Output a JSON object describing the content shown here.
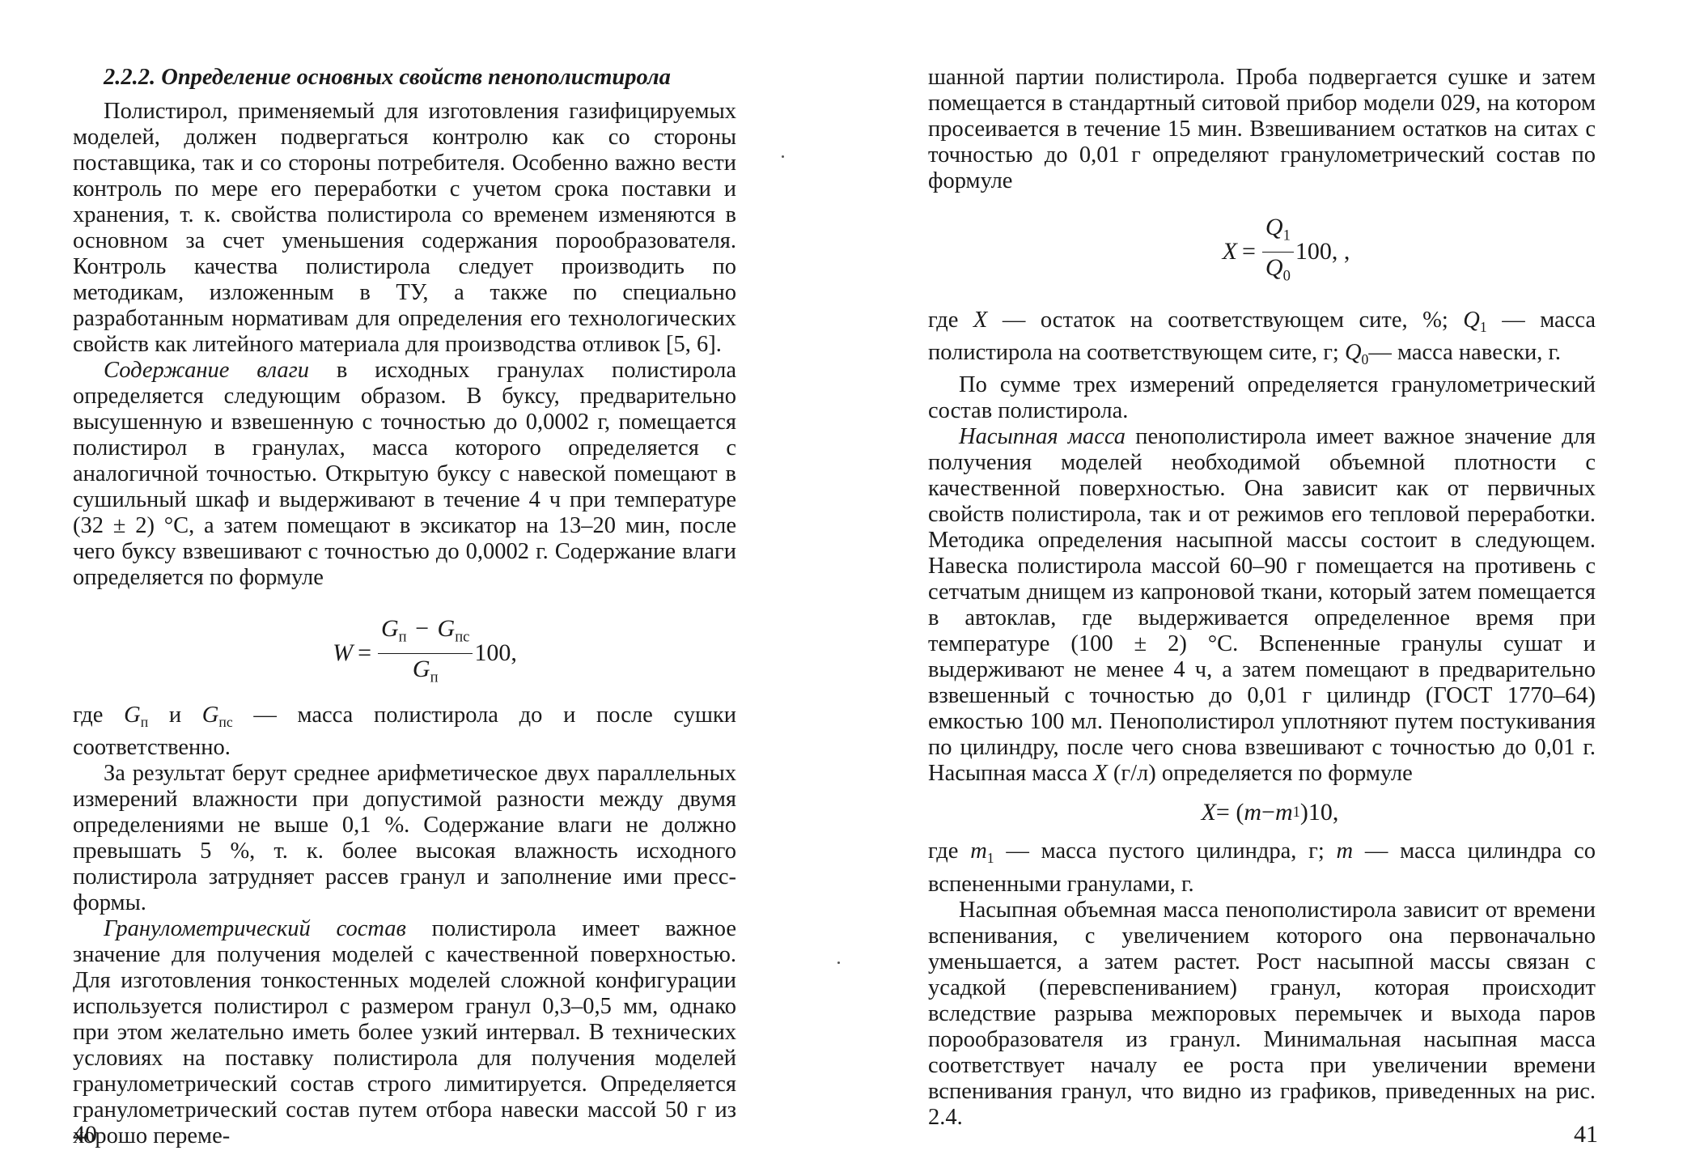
{
  "left_page": {
    "heading": "2.2.2. Определение основных свойств пенополистирола",
    "para1": "Полистирол, применяемый для изготовления газифицируемых моделей, должен подвергаться контролю как со стороны поставщика, так и со стороны потребителя. Особенно важно вести контроль по мере его переработки с учетом срока поставки и хранения, т. к. свойства полистирола со временем изменяются в основном за счет уменьшения содержания порообразователя. Контроль качества полистирола следует производить по методикам, изложенным в ТУ, а также по специально разработанным нормативам для определения его технологических свойств как литейного материала для производства отливок [5, 6].",
    "para2_lead": "Содержание влаги",
    "para2_rest": " в исходных гранулах полистирола определяется следующим образом. В буксу, предварительно высушенную и взвешенную с точностью до 0,0002 г, помещается полистирол в гранулах, масса которого определяется с аналогичной точностью. Открытую буксу с навеской помещают в сушильный шкаф и выдерживают в течение 4 ч при температуре (32 ± 2) °С, а затем помещают в эксикатор на 13–20 мин, после чего буксу взвешивают с точностью до 0,0002 г. Содержание влаги определяется по формуле",
    "formula_w": {
      "lhs": "W",
      "eq": "=",
      "num_a": "G",
      "num_a_sub": "п",
      "minus": "−",
      "num_b": "G",
      "num_b_sub": "пс",
      "den": "G",
      "den_sub": "п",
      "tail": "100,"
    },
    "para3_a": "где ",
    "para3_g1": "G",
    "para3_g1_sub": "п",
    "para3_and": " и ",
    "para3_g2": "G",
    "para3_g2_sub": "пс",
    "para3_rest": " — масса полистирола до и после сушки соответственно.",
    "para4": "За результат берут среднее арифметическое двух параллельных измерений влажности при допустимой разности между двумя определениями не выше 0,1 %. Содержание влаги не должно превышать 5 %, т. к. более высокая влажность исходного полистирола затрудняет рассев гранул и заполнение ими пресс-формы.",
    "para5_lead": "Гранулометрический состав",
    "para5_rest": " полистирола имеет важное значение для получения моделей с качественной поверхностью. Для изготовления тонкостенных моделей сложной конфигурации используется полистирол с размером гранул 0,3–0,5 мм, однако при этом желательно иметь более узкий интервал. В технических условиях на поставку полистирола для получения моделей гранулометрический состав строго лимитируется. Определяется гранулометрический состав путем отбора навески массой 50 г из хорошо переме-",
    "page_number": "40"
  },
  "right_page": {
    "para1": "шанной партии полистирола. Проба подвергается сушке и затем помещается в стандартный ситовой прибор модели 029, на котором просеивается в течение 15 мин. Взвешиванием остатков на ситах с точностью до 0,01 г определяют гранулометрический состав по формуле",
    "formula_x1": {
      "lhs": "X",
      "eq": "=",
      "num": "Q",
      "num_sub": "1",
      "den": "Q",
      "den_sub": "0",
      "tail": "100, ,"
    },
    "para2_a": "где ",
    "para2_x": "X",
    "para2_b": " — остаток на соответствующем сите, %; ",
    "para2_q1": "Q",
    "para2_q1_sub": "1",
    "para2_c": " — масса полистирола на соответствующем сите, г; ",
    "para2_q0": "Q",
    "para2_q0_sub": "0",
    "para2_d": "— масса навески, г.",
    "para3": "По сумме трех измерений определяется гранулометрический состав полистирола.",
    "para4_lead": "Насыпная масса",
    "para4_rest_a": " пенополистирола имеет важное значение для получения моделей необходимой объемной плотности с качественной поверхностью. Она зависит как от первичных свойств полистирола, так и от режимов его тепловой переработки. Методика определения насыпной массы состоит в следующем. Навеска полистирола массой 60–90 г помещается на противень с сетчатым днищем из капроновой ткани, который затем помещается в автоклав, где выдерживается определенное время при температуре (100 ± 2) °С. Вспененные гранулы сушат и выдерживают не менее 4 ч, а затем помещают в предварительно взвешенный с точностью до 0,01 г цилиндр (ГОСТ 1770–64) емкостью 100 мл. Пенополистирол уплотняют путем постукивания по цилиндру, после чего снова взвешивают с точностью до 0,01 г. Насыпная масса ",
    "para4_x": "X",
    "para4_rest_b": " (г/л) определяется по формуле",
    "formula_x2": {
      "lhs": "X",
      "eq": " = (",
      "m": "m",
      "minus": " − ",
      "m1": "m",
      "m1_sub": "1",
      "tail": ")10,"
    },
    "para5_a": "где ",
    "para5_m1": "m",
    "para5_m1_sub": "1",
    "para5_b": " — масса пустого цилиндра, г; ",
    "para5_m": "m",
    "para5_c": " — масса цилиндра со вспененными гранулами, г.",
    "para6": "Насыпная объемная масса пенополистирола зависит от времени вспенивания, с увеличением которого она первоначально уменьшается, а затем растет. Рост насыпной массы связан с усадкой (перевспениванием) гранул, которая происходит вследствие разрыва межпоровых перемычек и выхода паров порообразователя из гранул. Минимальная насыпная масса соответствует началу ее роста при увеличении времени вспенивания гранул, что видно из графиков, приведенных на рис. 2.4.",
    "page_number": "41"
  }
}
